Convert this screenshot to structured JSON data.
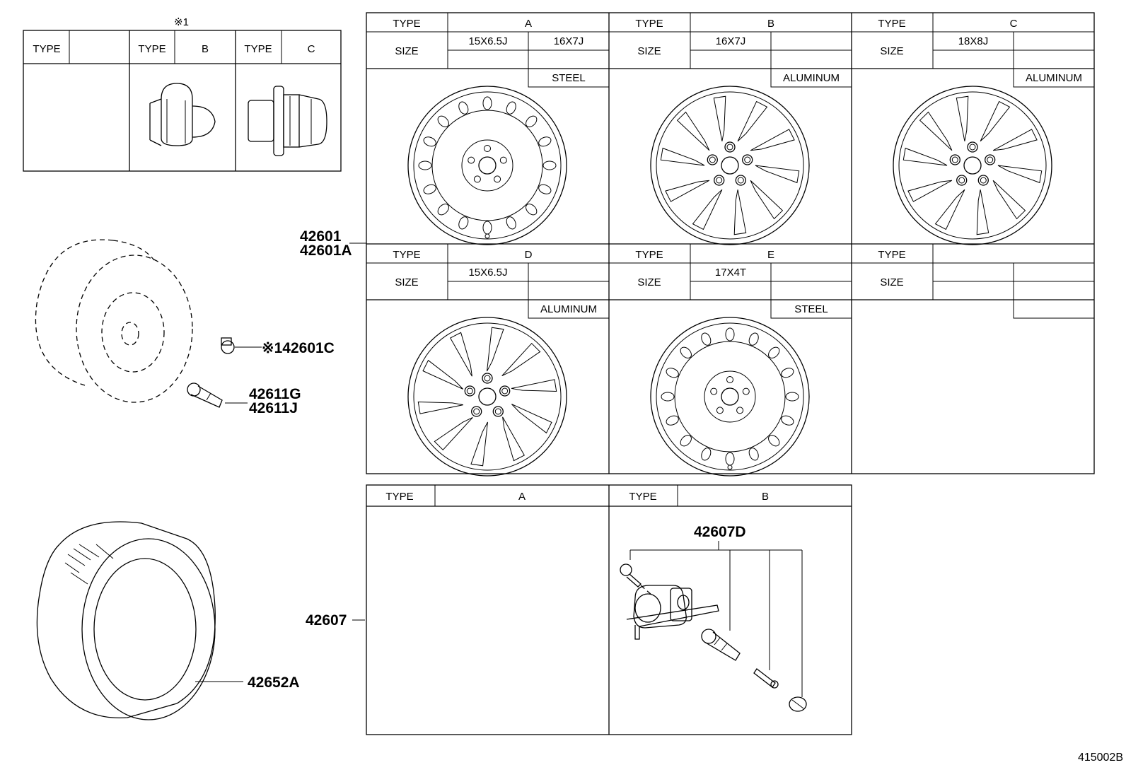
{
  "diagram_id": "415002B",
  "lug_nut_table": {
    "note_mark": "※1",
    "type_label": "TYPE",
    "columns": [
      "",
      "B",
      "C"
    ]
  },
  "wheel_table": {
    "part_numbers": [
      "42601",
      "42601A"
    ],
    "type_label": "TYPE",
    "size_label": "SIZE",
    "cells": [
      {
        "type": "A",
        "sizes": [
          "15X6.5J",
          "16X7J"
        ],
        "material": "STEEL",
        "style": "steel"
      },
      {
        "type": "B",
        "sizes": [
          "16X7J",
          ""
        ],
        "material": "ALUMINUM",
        "style": "alloy10"
      },
      {
        "type": "C",
        "sizes": [
          "18X8J",
          ""
        ],
        "material": "ALUMINUM",
        "style": "alloy5"
      },
      {
        "type": "D",
        "sizes": [
          "15X6.5J",
          ""
        ],
        "material": "ALUMINUM",
        "style": "alloy10b"
      },
      {
        "type": "E",
        "sizes": [
          "17X4T",
          ""
        ],
        "material": "STEEL",
        "style": "steel"
      },
      {
        "type": "",
        "sizes": [
          "",
          ""
        ],
        "material": "",
        "style": "none"
      }
    ]
  },
  "sensor_table": {
    "part_number": "42607",
    "type_label": "TYPE",
    "types": [
      "A",
      "B"
    ],
    "sensor_part": "42607D"
  },
  "callouts": {
    "lug_nut": "※142601C",
    "valve_1": "42611G",
    "valve_2": "42611J",
    "tire": "42652A"
  }
}
